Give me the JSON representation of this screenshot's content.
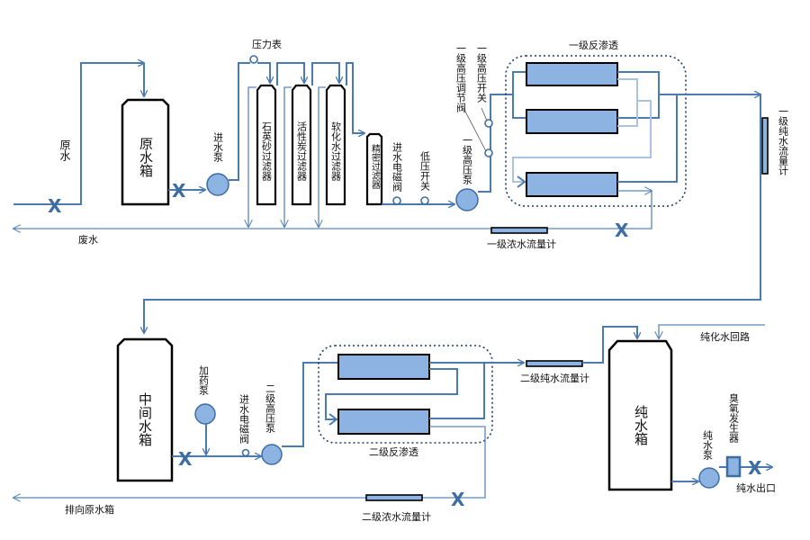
{
  "diagram": {
    "colors": {
      "pipe": "#4a7ab0",
      "membrane": "#8db3e2",
      "valve": "#3d6da3"
    },
    "labels": {
      "raw_water": "原水",
      "raw_water_tank": "原水箱",
      "inlet_pump": "进水泵",
      "pressure_gauge": "压力表",
      "quartz_sand_filter": "石英砂过滤器",
      "activated_carbon_filter": "活性炭过滤器",
      "softener_filter": "软化水过滤器",
      "precision_filter": "精密过滤器",
      "inlet_solenoid_valve": "进水电磁阀",
      "low_pressure_switch": "低压开关",
      "stage1_hp_regulating_valve": "一级高压调节阀",
      "stage1_hp_switch": "一级高压开关",
      "stage1_hp_pump": "一级高压泵",
      "stage1_ro": "一级反渗透",
      "stage1_pure_flowmeter": "一级纯水流量计",
      "stage1_conc_flowmeter": "一级浓水流量计",
      "waste_water": "废水",
      "intermediate_tank": "中间水箱",
      "dosing_pump": "加药泵",
      "inlet_solenoid_valve_2": "进水电磁阀",
      "stage2_hp_pump": "二级高压泵",
      "stage2_ro": "二级反渗透",
      "stage2_pure_flowmeter": "二级纯水流量计",
      "stage2_conc_flowmeter": "二级浓水流量计",
      "to_raw_tank": "排向原水箱",
      "pure_water_tank": "纯水箱",
      "pure_water_loop": "纯化水回路",
      "pure_water_pump": "纯水泵",
      "ozone_generator": "臭氧发生器",
      "pure_water_outlet": "纯水出口"
    },
    "icons": {
      "valve": "X"
    }
  }
}
